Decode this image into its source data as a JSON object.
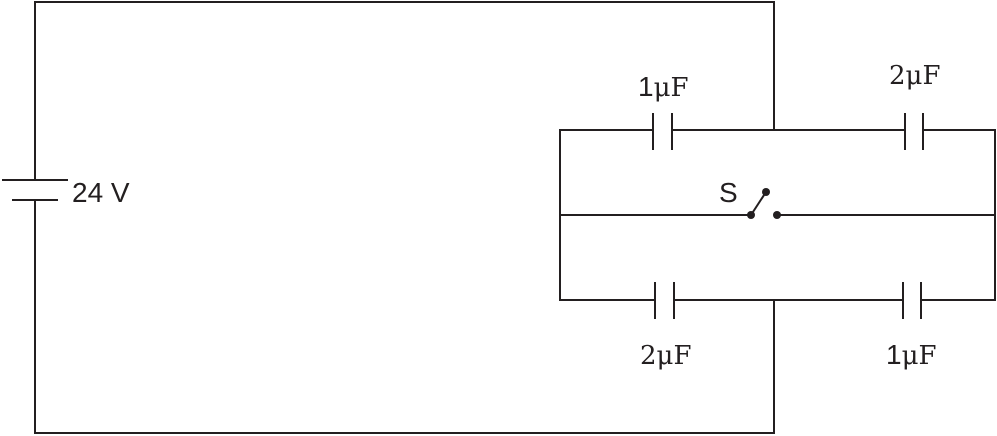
{
  "battery": {
    "label": "24 V"
  },
  "capacitors": [
    {
      "id": "top-left",
      "value": "1",
      "unit": "μF"
    },
    {
      "id": "top-right",
      "value": "2",
      "unit": "μF"
    },
    {
      "id": "bottom-left",
      "value": "2",
      "unit": "μF"
    },
    {
      "id": "bottom-right",
      "value": "1",
      "unit": "μF"
    }
  ],
  "switch": {
    "label": "S"
  },
  "colors": {
    "line": "#231f20",
    "background": "#ffffff"
  }
}
